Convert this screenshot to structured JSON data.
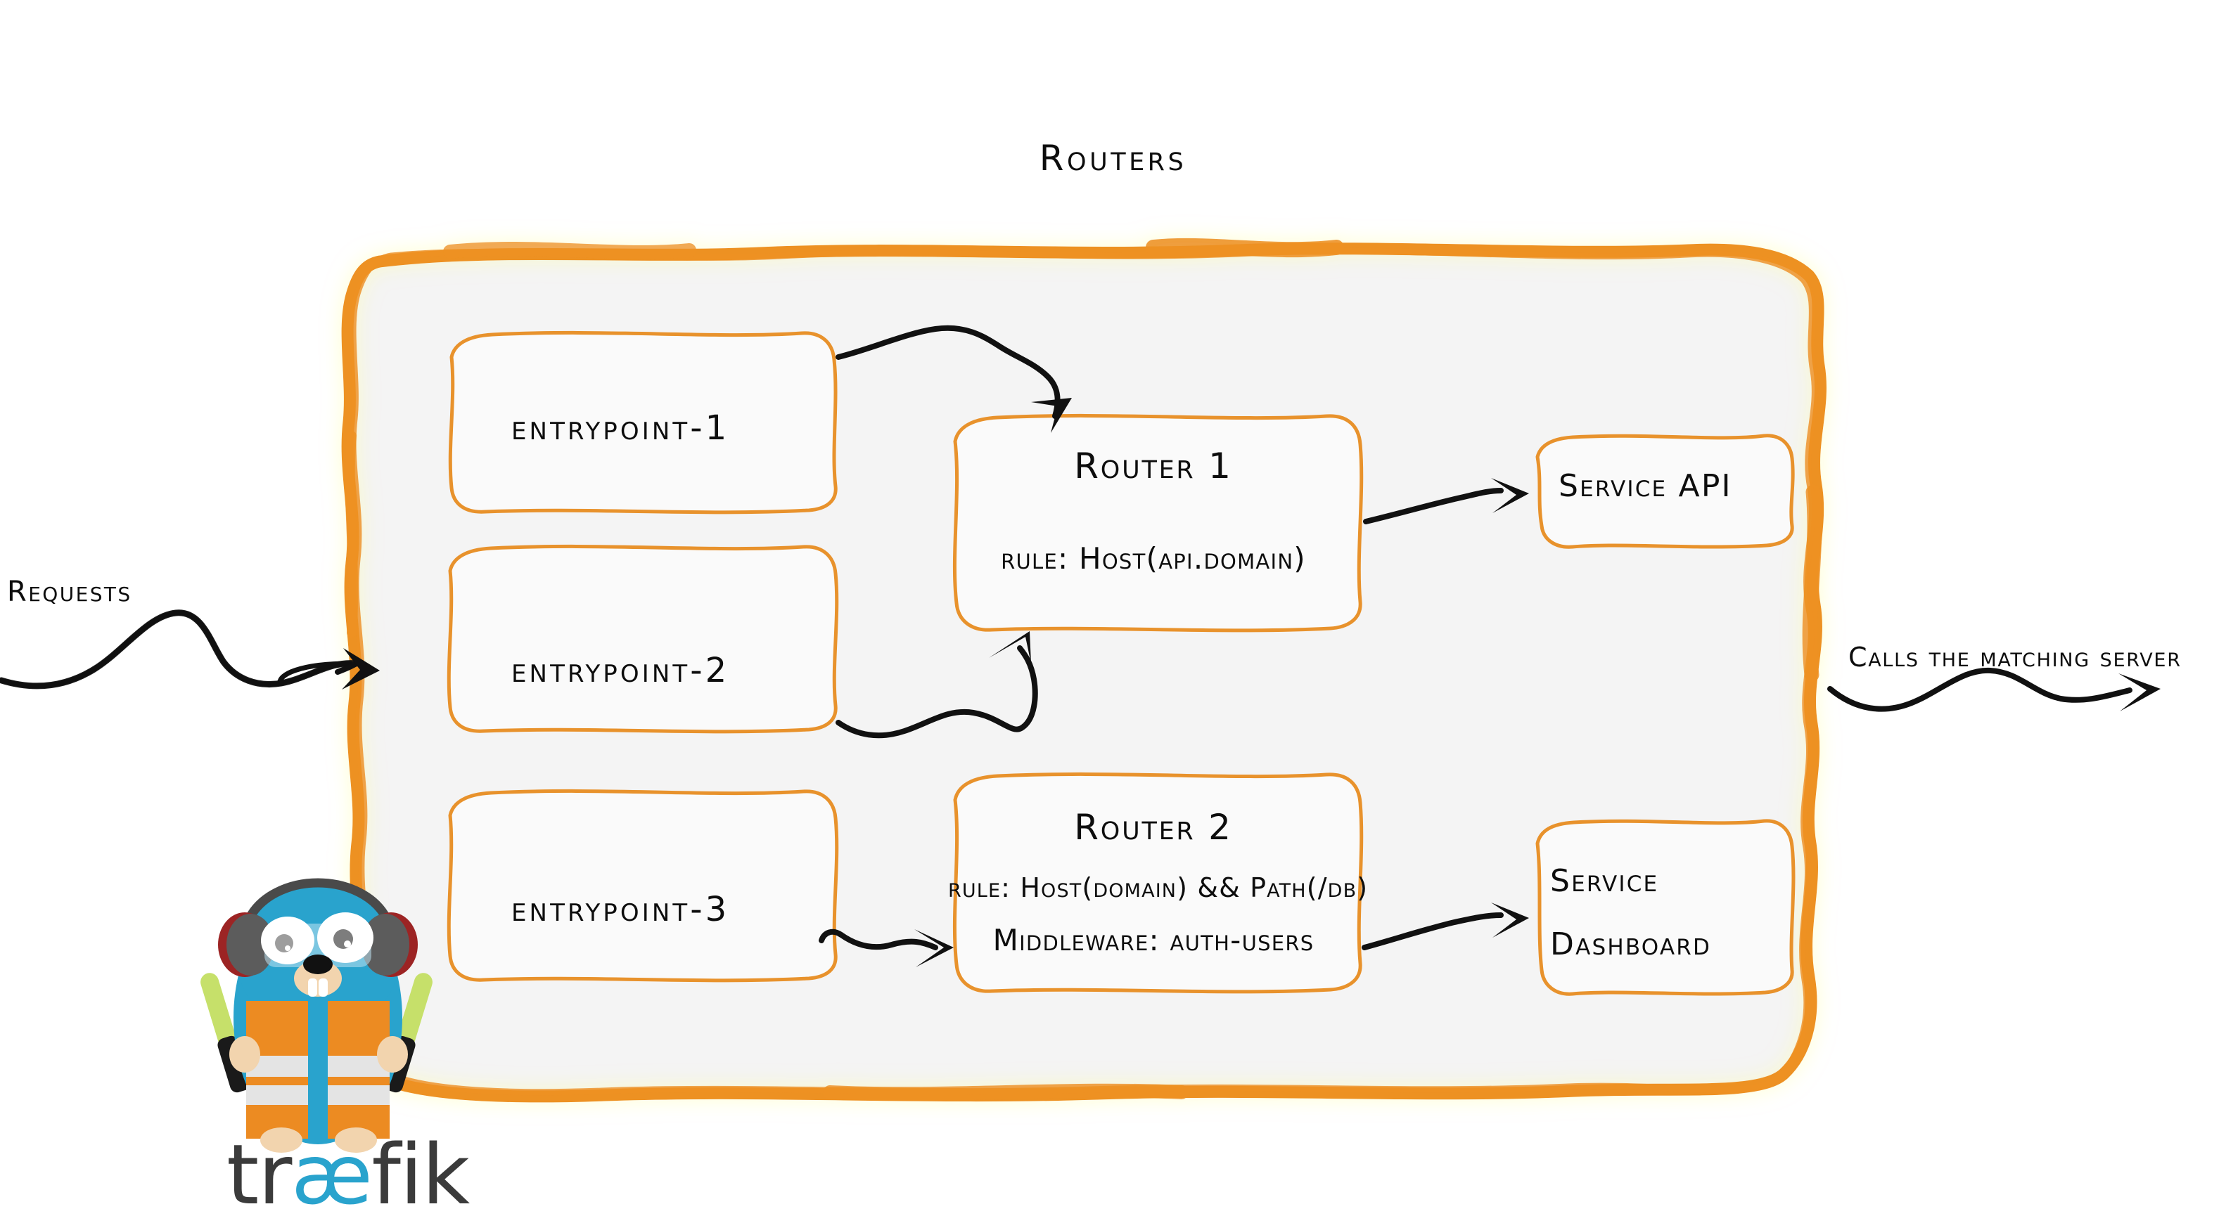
{
  "diagram": {
    "title": "Routers",
    "accent_color": "#ed9121",
    "panel_fill": "#f4f4f4",
    "ink_color": "#0d0d0d",
    "brand_cyan": "#29a3cd",
    "brand_dark": "#3b3b3b"
  },
  "labels": {
    "requests": "Requests",
    "calls_matching_server": "Calls the matching server"
  },
  "entrypoints": [
    {
      "name": "entrypoint-1"
    },
    {
      "name": "entrypoint-2"
    },
    {
      "name": "entrypoint-3"
    }
  ],
  "routers": [
    {
      "title": "Router 1",
      "rule": "rule: Host(api.domain)"
    },
    {
      "title": "Router 2",
      "rule": "rule: Host(domain) && Path(/db)",
      "middleware": "Middleware: auth-users"
    }
  ],
  "services": [
    {
      "name": "Service API",
      "line1": "Service API",
      "line2": ""
    },
    {
      "name": "Service Dashboard",
      "line1": "Service",
      "line2": "Dashboard"
    }
  ],
  "brand": {
    "wordmark_part1": "tr",
    "wordmark_ae": "æ",
    "wordmark_part2": "fik",
    "mascot": "traefik-gopher-mascot"
  }
}
